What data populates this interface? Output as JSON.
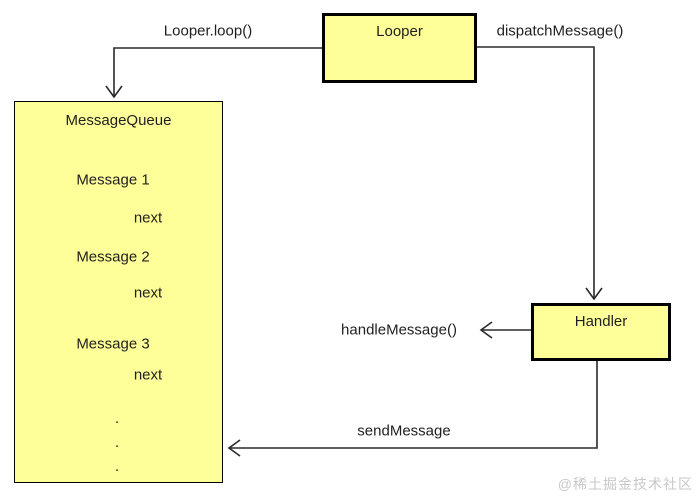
{
  "nodes": {
    "looper": {
      "label": "Looper"
    },
    "message_queue": {
      "label": "MessageQueue"
    },
    "handler": {
      "label": "Handler"
    }
  },
  "queue": {
    "items": [
      {
        "label": "Message 1",
        "next": "next"
      },
      {
        "label": "Message 2",
        "next": "next"
      },
      {
        "label": "Message 3",
        "next": "next"
      }
    ],
    "ellipsis": [
      ".",
      ".",
      "."
    ]
  },
  "edges": {
    "looper_loop": {
      "label": "Looper.loop()"
    },
    "dispatch_message": {
      "label": "dispatchMessage()"
    },
    "handle_message": {
      "label": "handleMessage()"
    },
    "send_message": {
      "label": "sendMessage"
    }
  },
  "watermark": {
    "label": "@稀土掘金技术社区"
  },
  "colors": {
    "node_fill": "#ffff99",
    "node_border": "#000000",
    "line": "#2b2b2b",
    "text": "#1f1f1f",
    "watermark": "#c8c8c8"
  }
}
